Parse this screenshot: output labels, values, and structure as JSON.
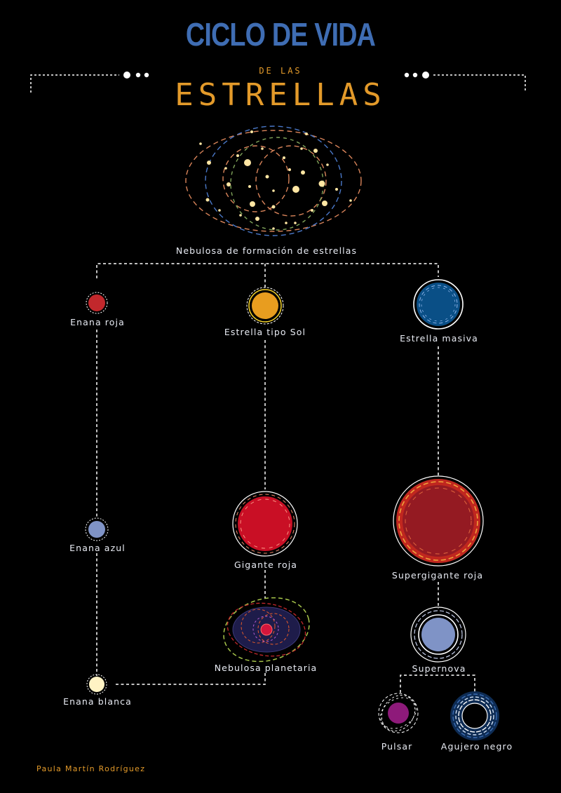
{
  "header": {
    "title_line1": "CICLO DE VIDA",
    "title_line2": "DE LAS",
    "title_line3": "ESTRELLAS"
  },
  "stages": {
    "nebula": "Nebulosa de formación de estrellas",
    "red_dwarf": "Enana roja",
    "sun_like": "Estrella tipo Sol",
    "massive": "Estrella masiva",
    "blue_dwarf": "Enana azul",
    "red_giant": "Gigante roja",
    "red_supergiant": "Supergigante roja",
    "planetary_nebula": "Nebulosa planetaria",
    "supernova": "Supernova",
    "white_dwarf": "Enana blanca",
    "pulsar": "Pulsar",
    "black_hole": "Agujero negro"
  },
  "footer": {
    "author": "Paula Martín Rodríguez"
  },
  "colors": {
    "background": "#000000",
    "title_blue": "#3f6db3",
    "accent_orange": "#e39a2a",
    "red_dwarf": "#c2282c",
    "sun_like": "#e89d1f",
    "massive": "#0a4f86",
    "blue_dwarf": "#7f93c6",
    "red_giant": "#c90f25",
    "red_supergiant": "#941a22",
    "planetary_nebula_core": "#d4163c",
    "supernova": "#7f93c6",
    "white_dwarf": "#fff3c4",
    "pulsar": "#8e1a7a",
    "black_hole": "#000000"
  }
}
